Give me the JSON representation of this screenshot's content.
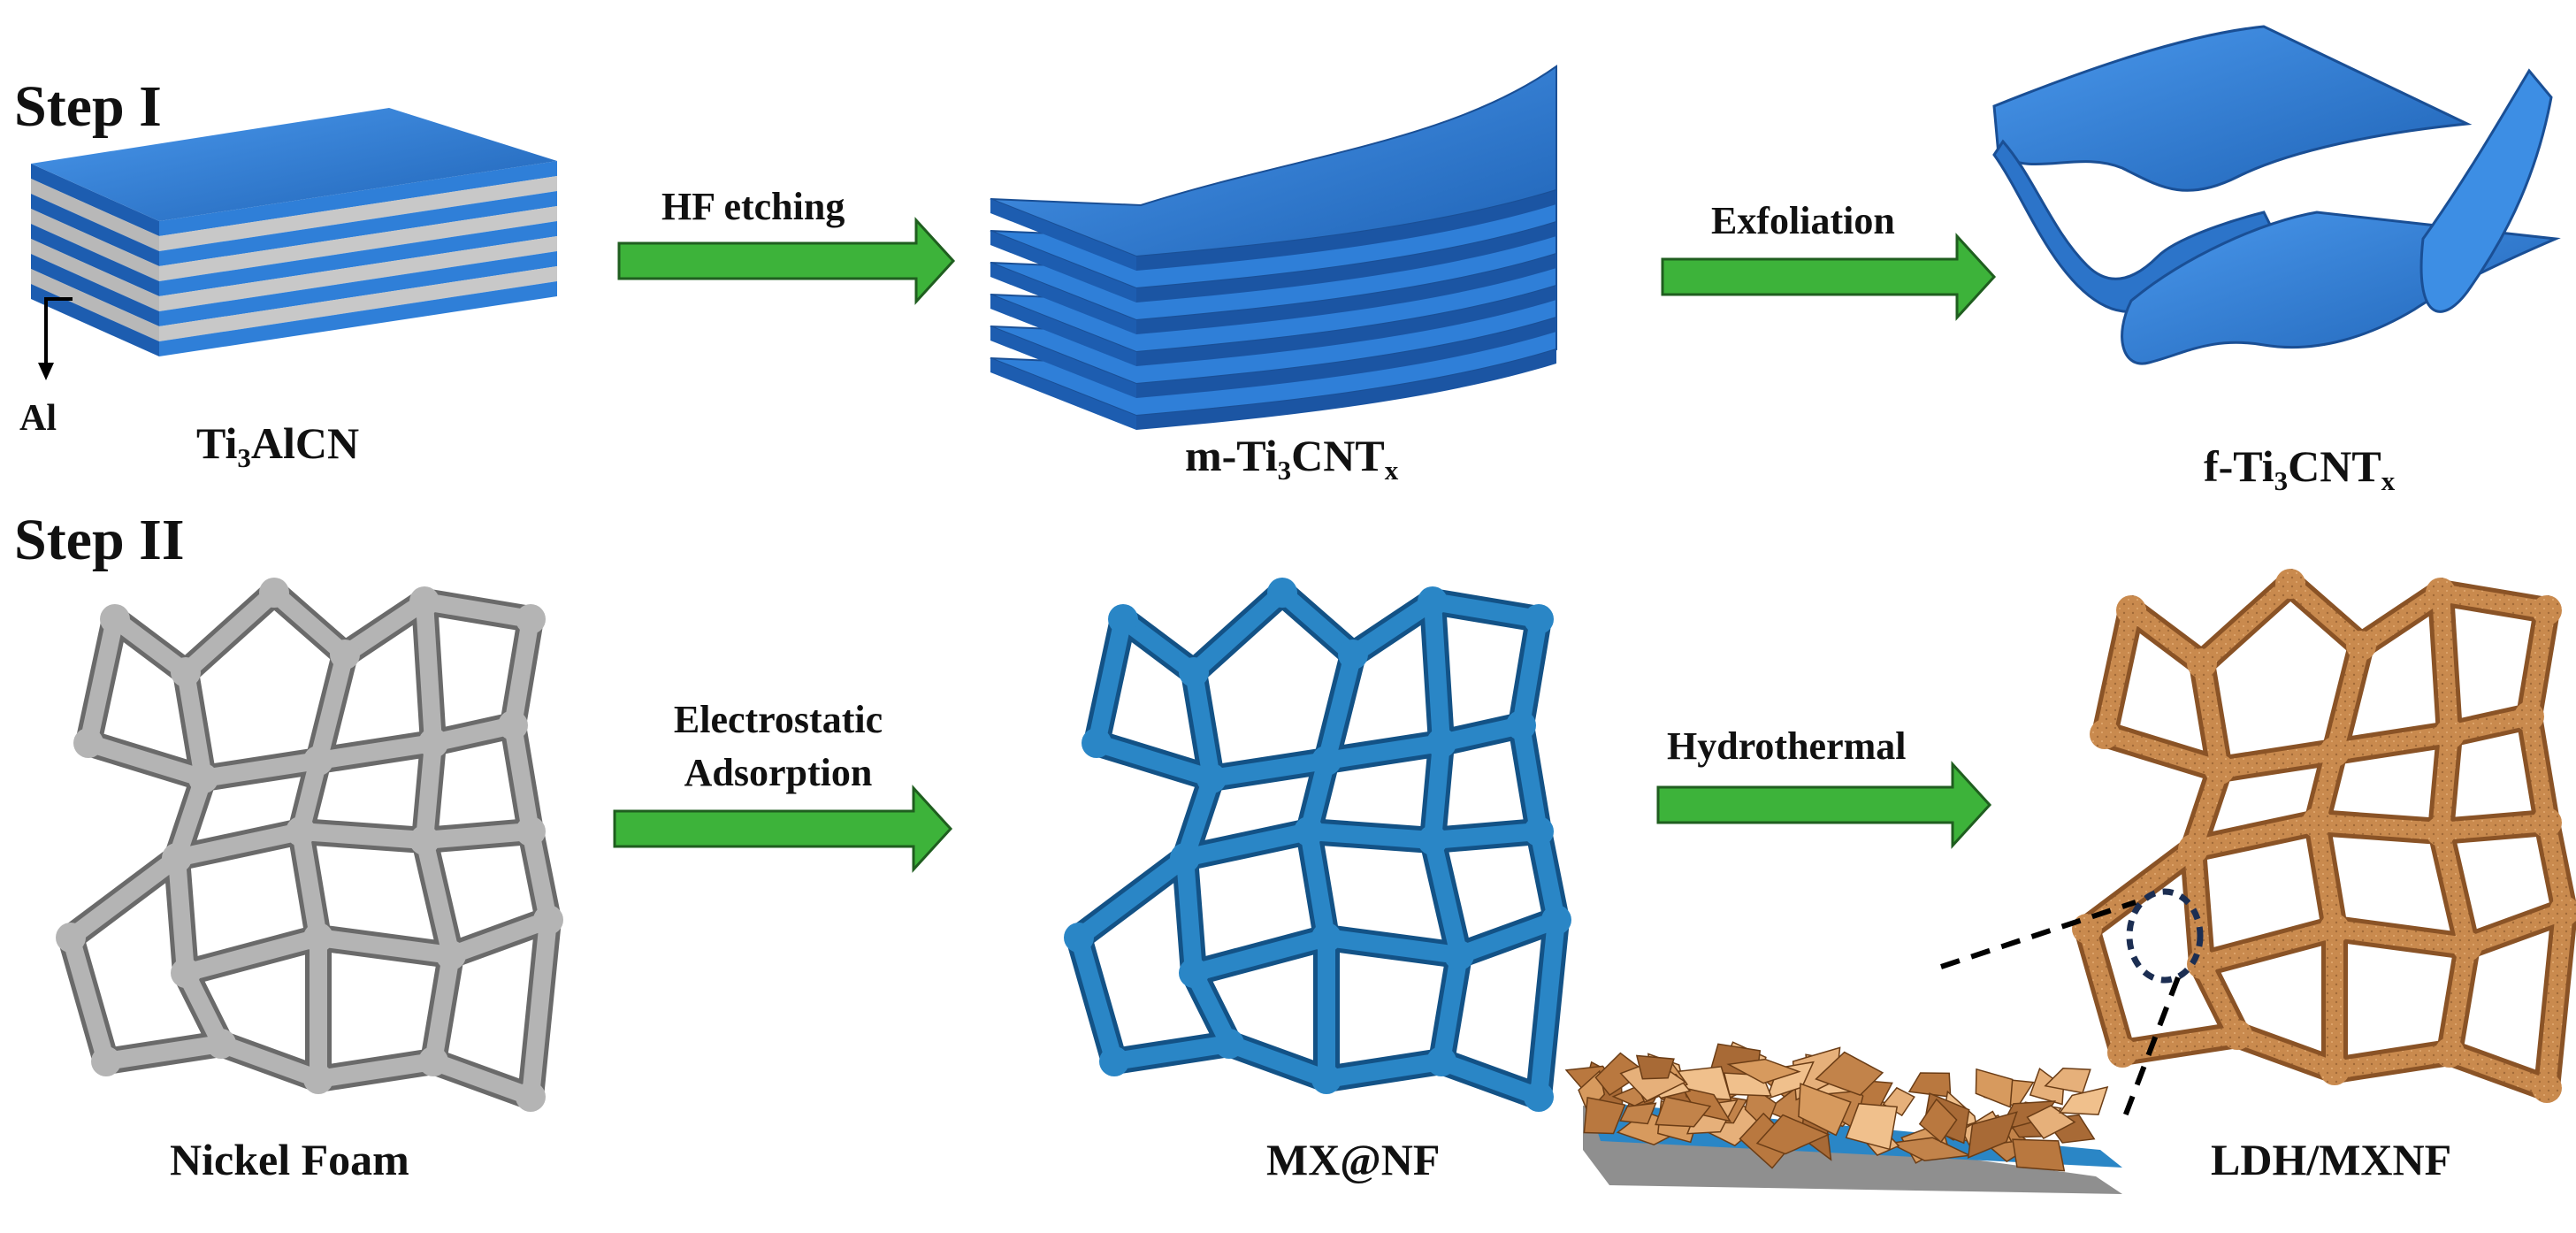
{
  "steps": {
    "step1": "Step I",
    "step2": "Step II"
  },
  "labels": {
    "al": "Al",
    "ti3alcn": {
      "a": "Ti",
      "s1": "3",
      "b": "AlCN"
    },
    "m_ti3cntx": {
      "a": "m-Ti",
      "s1": "3",
      "b": "CNT",
      "s2": "x"
    },
    "f_ti3cntx": {
      "a": "f-Ti",
      "s1": "3",
      "b": "CNT",
      "s2": "x"
    },
    "nickel_foam": "Nickel Foam",
    "mx_nf": "MX@NF",
    "ldh_mxnf": "LDH/MXNF"
  },
  "processes": {
    "hf": "HF etching",
    "exfoliation": "Exfoliation",
    "electrostatic_1": "Electrostatic",
    "electrostatic_2": "Adsorption",
    "hydrothermal": "Hydrothermal"
  },
  "colors": {
    "mxene_blue": "#2f7fd8",
    "mxene_dark": "#1d5db0",
    "al_gray": "#b8b8b8",
    "arrow_green": "#3db33a",
    "arrow_outline": "#1f5e1f",
    "foam_gray": "#a8a8a8",
    "foam_blue": "#2a86c6",
    "foam_copper": "#c98a4e"
  }
}
